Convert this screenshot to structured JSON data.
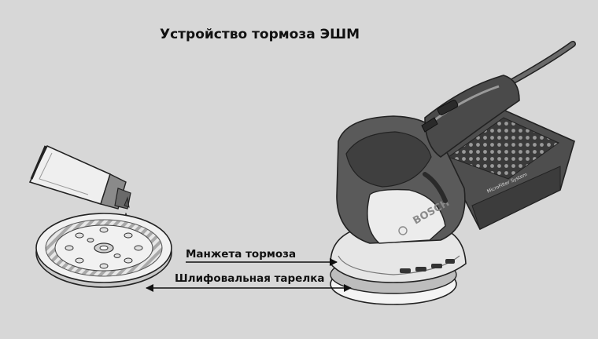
{
  "title": "Устройство тормоза ЭШМ",
  "labels": {
    "brake_cuff": "Манжета тормоза",
    "sanding_pad": "Шлифовальная тарелка"
  },
  "brand_text": "BOSCH",
  "filter_text": "MicroFilter System",
  "colors": {
    "background": "#d7d7d7",
    "ink": "#111111",
    "body_dark": "#4a4a4a",
    "body_light": "#ececec"
  }
}
